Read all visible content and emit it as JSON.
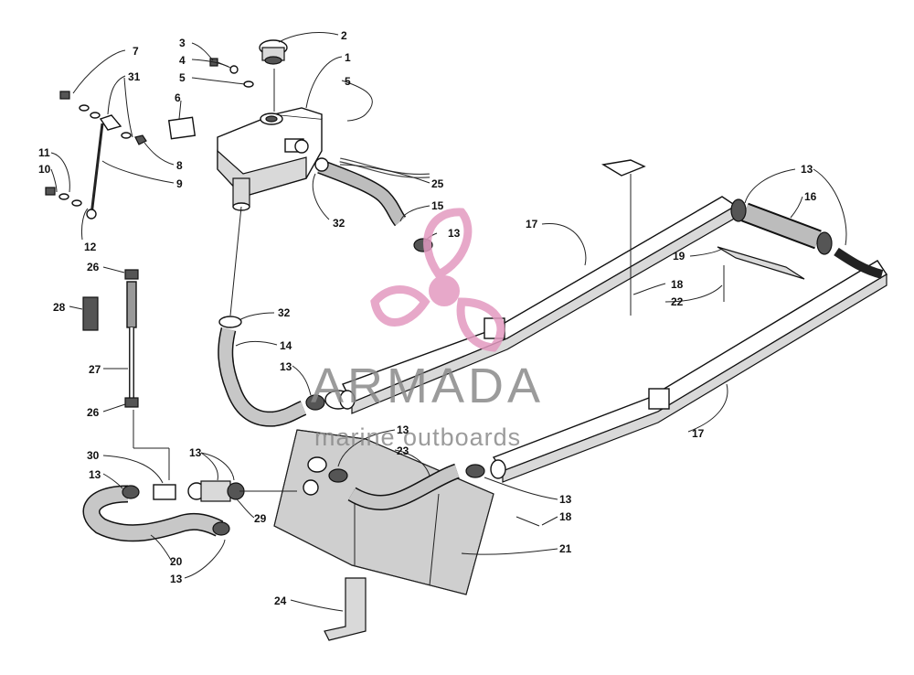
{
  "watermark": {
    "title": "ARMADA",
    "subtitle": "marine outboards",
    "logo_color": "#e39ac0"
  },
  "callouts": [
    {
      "id": "c2",
      "label": "2"
    },
    {
      "id": "c3",
      "label": "3"
    },
    {
      "id": "c4",
      "label": "4"
    },
    {
      "id": "c5a",
      "label": "5"
    },
    {
      "id": "c1",
      "label": "1"
    },
    {
      "id": "c5b",
      "label": "5"
    },
    {
      "id": "c6",
      "label": "6"
    },
    {
      "id": "c7",
      "label": "7"
    },
    {
      "id": "c31",
      "label": "31"
    },
    {
      "id": "c8",
      "label": "8"
    },
    {
      "id": "c9",
      "label": "9"
    },
    {
      "id": "c11",
      "label": "11"
    },
    {
      "id": "c10",
      "label": "10"
    },
    {
      "id": "c12",
      "label": "12"
    },
    {
      "id": "c25",
      "label": "25"
    },
    {
      "id": "c15",
      "label": "15"
    },
    {
      "id": "c32a",
      "label": "32"
    },
    {
      "id": "c13a",
      "label": "13"
    },
    {
      "id": "c17a",
      "label": "17"
    },
    {
      "id": "c13b",
      "label": "13"
    },
    {
      "id": "c16",
      "label": "16"
    },
    {
      "id": "c19",
      "label": "19"
    },
    {
      "id": "c18a",
      "label": "18"
    },
    {
      "id": "c22",
      "label": "22"
    },
    {
      "id": "c26a",
      "label": "26"
    },
    {
      "id": "c28",
      "label": "28"
    },
    {
      "id": "c32b",
      "label": "32"
    },
    {
      "id": "c14",
      "label": "14"
    },
    {
      "id": "c27",
      "label": "27"
    },
    {
      "id": "c13c",
      "label": "13"
    },
    {
      "id": "c26b",
      "label": "26"
    },
    {
      "id": "c17b",
      "label": "17"
    },
    {
      "id": "c13d",
      "label": "13"
    },
    {
      "id": "c23",
      "label": "23"
    },
    {
      "id": "c30",
      "label": "30"
    },
    {
      "id": "c13e",
      "label": "13"
    },
    {
      "id": "c13f",
      "label": "13"
    },
    {
      "id": "c13g",
      "label": "13"
    },
    {
      "id": "c29",
      "label": "29"
    },
    {
      "id": "c18b",
      "label": "18"
    },
    {
      "id": "c21",
      "label": "21"
    },
    {
      "id": "c20",
      "label": "20"
    },
    {
      "id": "c13h",
      "label": "13"
    },
    {
      "id": "c24",
      "label": "24"
    }
  ]
}
